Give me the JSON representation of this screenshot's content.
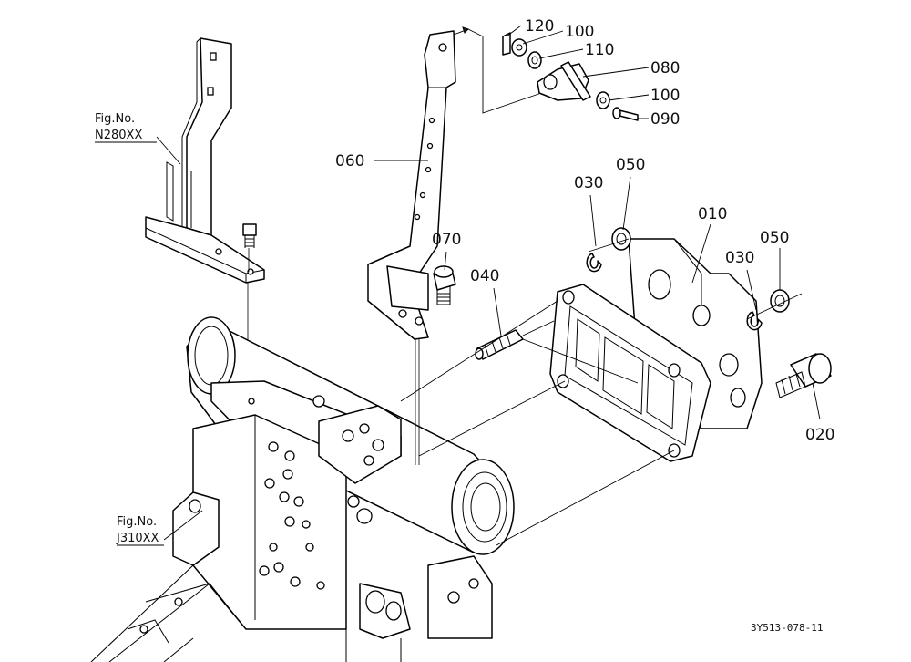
{
  "callouts": {
    "p010": "010",
    "p020": "020",
    "p030a": "030",
    "p030b": "030",
    "p040": "040",
    "p050a": "050",
    "p050b": "050",
    "p060": "060",
    "p070": "070",
    "p080": "080",
    "p090": "090",
    "p100a": "100",
    "p100b": "100",
    "p110": "110",
    "p120": "120"
  },
  "figure_refs": {
    "top": {
      "line1": "Fig.No.",
      "line2": "N280XX"
    },
    "bottom": {
      "line1": "Fig.No.",
      "line2": "J310XX"
    }
  },
  "drawing_code": "3Y513-078-11"
}
